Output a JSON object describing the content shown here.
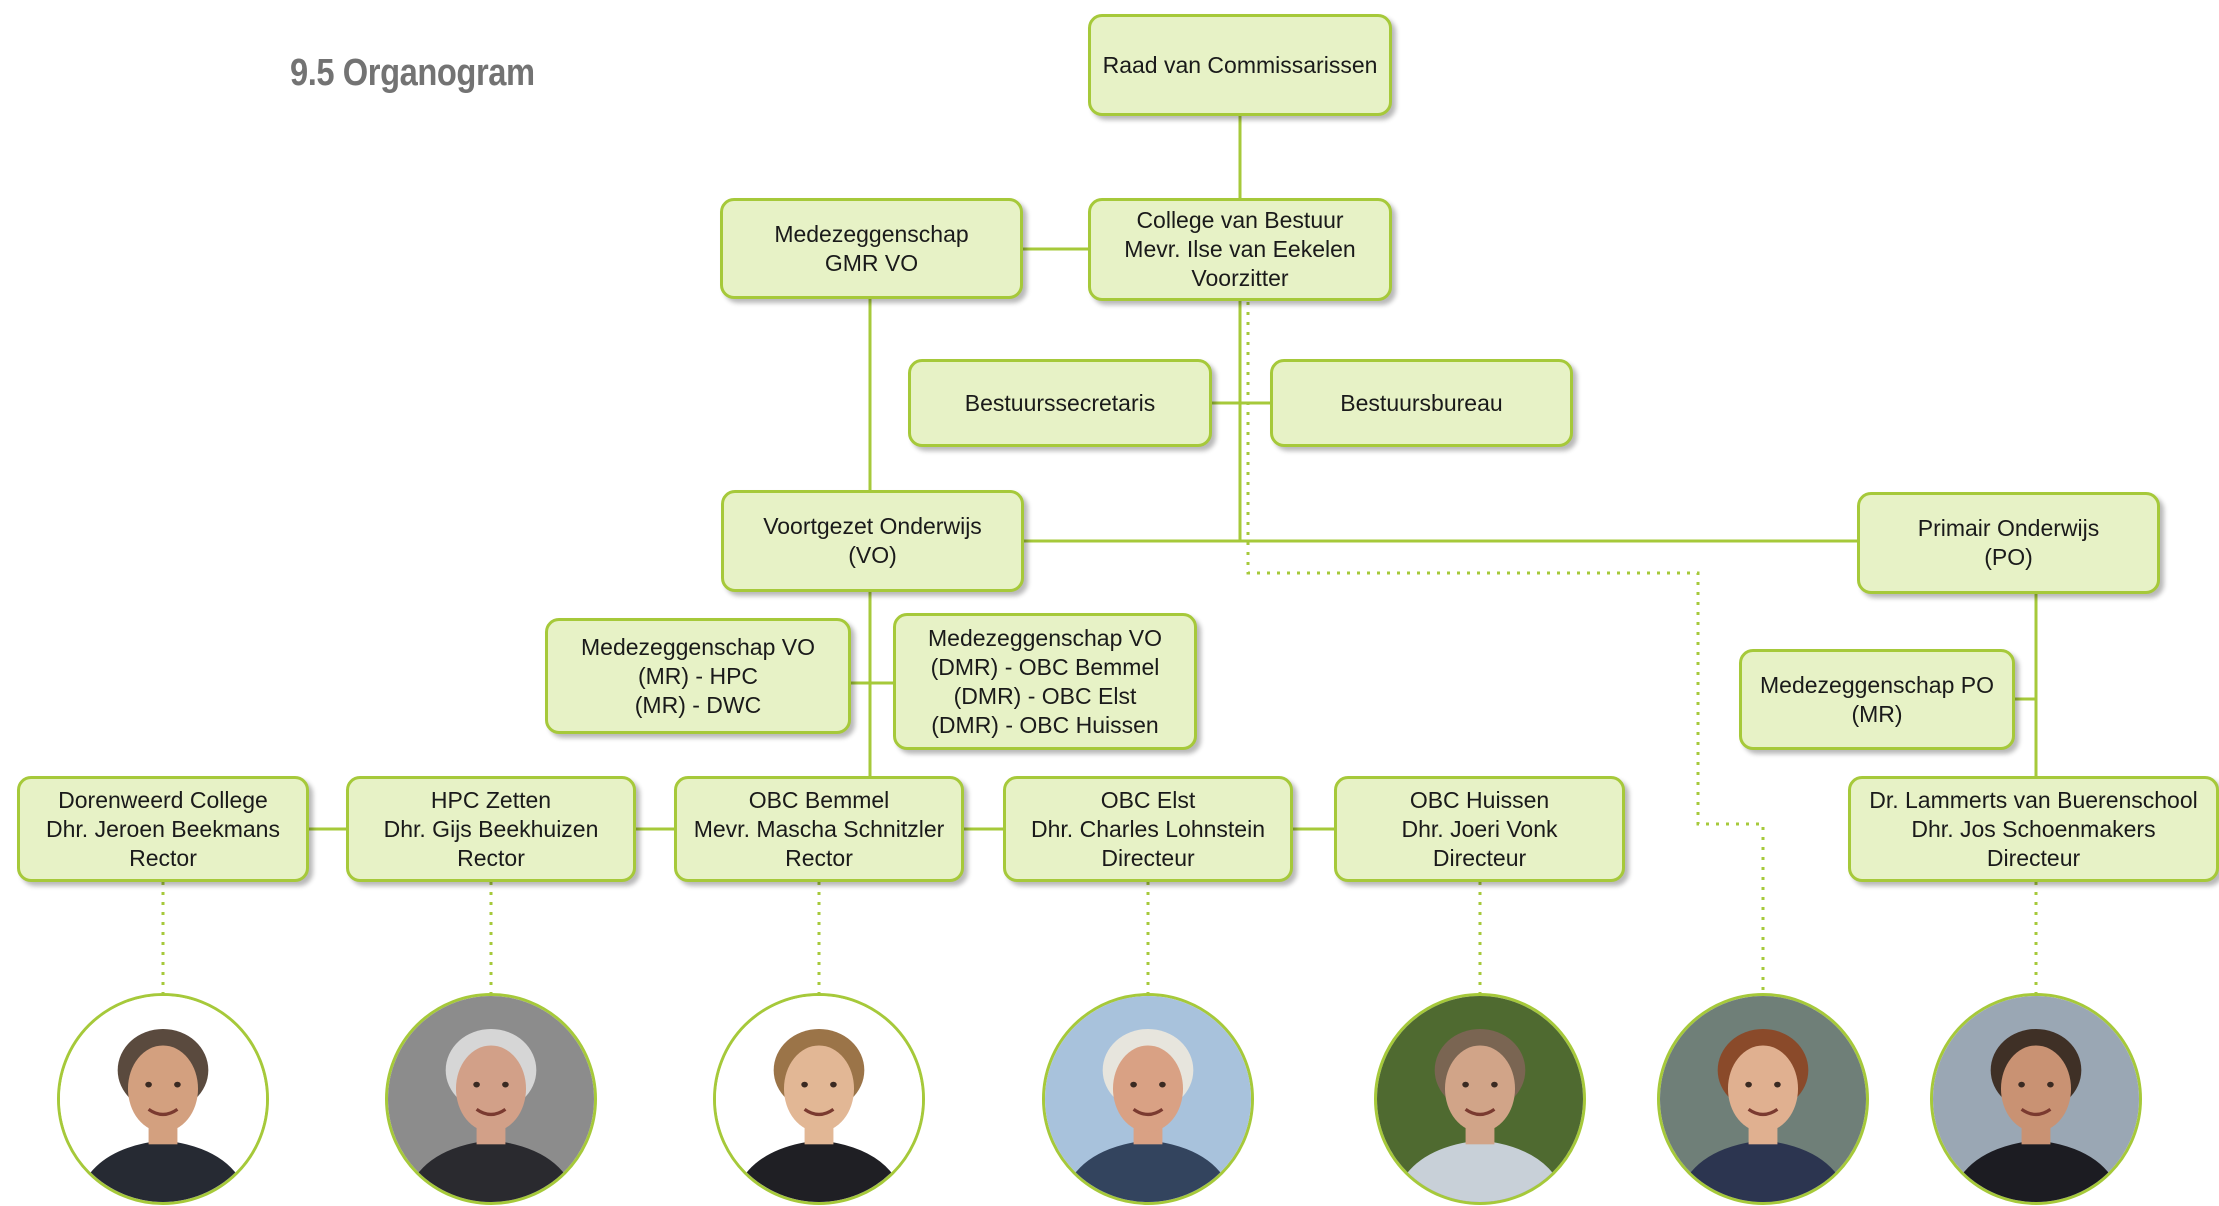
{
  "title": "9.5 Organogram",
  "colors": {
    "box_fill": "#e7f2c6",
    "box_border": "#a6c93a",
    "line": "#a6c93a",
    "title": "#737373"
  },
  "boxes": {
    "raad": {
      "lines": [
        "Raad van Commissarissen"
      ]
    },
    "college": {
      "lines": [
        "College van Bestuur",
        "Mevr. Ilse van Eekelen",
        "Voorzitter"
      ]
    },
    "gmr": {
      "lines": [
        "Medezeggenschap",
        "GMR VO"
      ]
    },
    "secretaris": {
      "lines": [
        "Bestuurssecretaris"
      ]
    },
    "bureau": {
      "lines": [
        "Bestuursbureau"
      ]
    },
    "vo": {
      "lines": [
        "Voortgezet Onderwijs",
        "(VO)"
      ]
    },
    "po": {
      "lines": [
        "Primair Onderwijs",
        "(PO)"
      ]
    },
    "mr_vo": {
      "lines": [
        "Medezeggenschap VO",
        "(MR) - HPC",
        "(MR) - DWC"
      ]
    },
    "dmr_vo": {
      "lines": [
        "Medezeggenschap VO",
        "(DMR) - OBC Bemmel",
        "(DMR) - OBC Elst",
        "(DMR) - OBC Huissen"
      ]
    },
    "mr_po": {
      "lines": [
        "Medezeggenschap PO",
        "(MR)"
      ]
    },
    "dorenweerd": {
      "lines": [
        "Dorenweerd College",
        "Dhr. Jeroen Beekmans",
        "Rector"
      ]
    },
    "hpc": {
      "lines": [
        "HPC Zetten",
        "Dhr. Gijs Beekhuizen",
        "Rector"
      ]
    },
    "bemmel": {
      "lines": [
        "OBC Bemmel",
        "Mevr. Mascha Schnitzler",
        "Rector"
      ]
    },
    "elst": {
      "lines": [
        "OBC Elst",
        "Dhr. Charles Lohnstein",
        "Directeur"
      ]
    },
    "huissen": {
      "lines": [
        "OBC Huissen",
        "Dhr. Joeri Vonk",
        "Directeur"
      ]
    },
    "lammerts": {
      "lines": [
        "Dr. Lammerts van Buerenschool",
        "Dhr. Jos Schoenmakers",
        "Directeur"
      ]
    }
  },
  "photos": [
    {
      "id": "beekmans",
      "bg": "#ffffff",
      "hair": "#5a4a3e",
      "skin": "#d3a07f",
      "shirt": "#262a33"
    },
    {
      "id": "beekhuizen",
      "bg": "#8c8c8c",
      "hair": "#d6d6d6",
      "skin": "#d2a088",
      "shirt": "#2a2a2f"
    },
    {
      "id": "schnitzler",
      "bg": "#ffffff",
      "hair": "#9b7448",
      "skin": "#e2b795",
      "shirt": "#1f1f24"
    },
    {
      "id": "lohnstein",
      "bg": "#a8c2dc",
      "hair": "#e7e5dd",
      "skin": "#d9a184",
      "shirt": "#33445e"
    },
    {
      "id": "vonk",
      "bg": "#4f6a30",
      "hair": "#7a6552",
      "skin": "#d1a488",
      "shirt": "#c8d0d8"
    },
    {
      "id": "van-eekelen",
      "bg": "#6f7f78",
      "hair": "#8a4a2a",
      "skin": "#e0b090",
      "shirt": "#2c3550"
    },
    {
      "id": "schoenmakers",
      "bg": "#9aa7b4",
      "hair": "#3f3026",
      "skin": "#c99273",
      "shirt": "#1c1c22"
    }
  ]
}
